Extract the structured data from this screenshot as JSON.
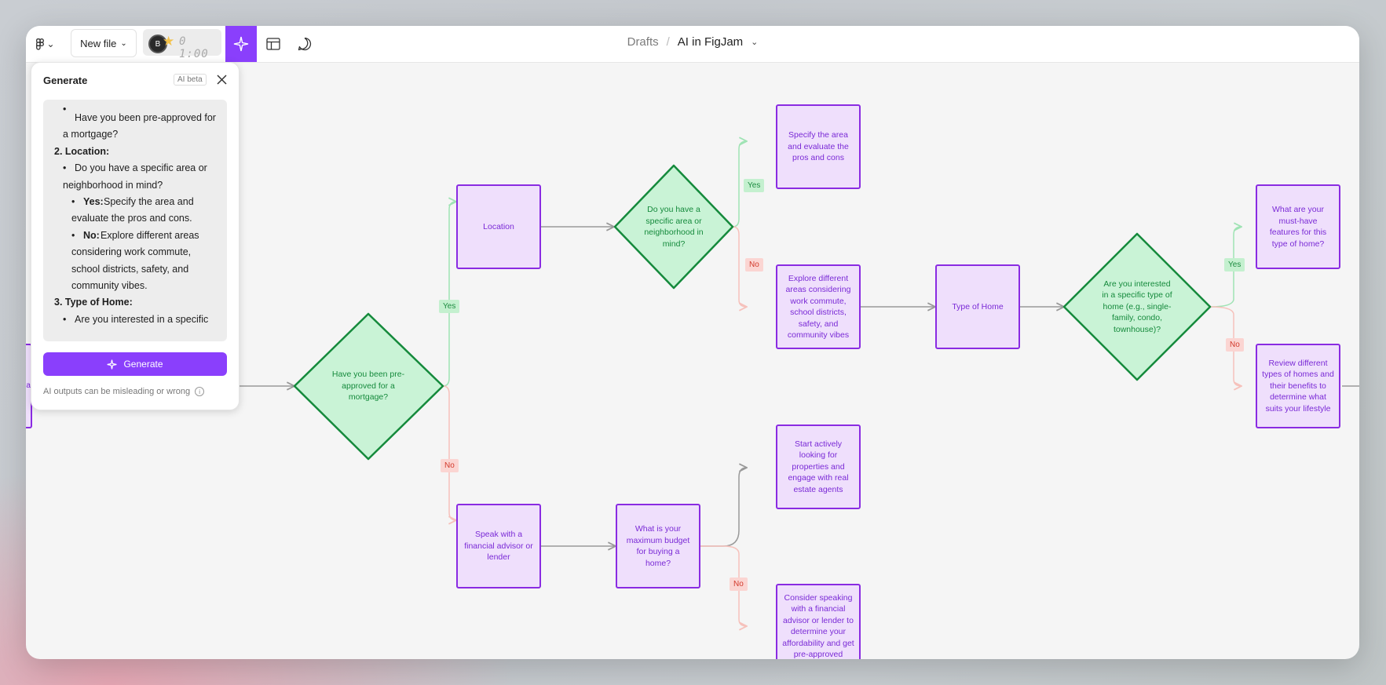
{
  "toolbar": {
    "new_file_label": "New file",
    "timer": "0 1:00",
    "avatar_letter": "B"
  },
  "breadcrumb": {
    "parent": "Drafts",
    "separator": "/",
    "file": "AI in FigJam"
  },
  "panel": {
    "title": "Generate",
    "beta_badge": "AI beta",
    "prompt_lines": [
      "Have you been pre-approved for",
      "a mortgage?",
      "2. Location:",
      "Do you have a specific area or",
      "neighborhood in mind?",
      "Specify the area and",
      "evaluate the pros and cons.",
      "Explore different areas",
      "considering work commute,",
      "school districts, safety, and",
      "community vibes.",
      "3. Type of Home:",
      "Are you interested in a specific"
    ],
    "yes_label": "Yes:",
    "no_label": "No:",
    "generate_button": "Generate",
    "disclaimer": "AI outputs can be misleading or wrong"
  },
  "flowchart": {
    "partial_node_text": "ha",
    "nodes": {
      "preapproved": "Have you been pre-approved for a mortgage?",
      "location": "Location",
      "speak_advisor": "Speak with a financial advisor or lender",
      "specific_area": "Do you have a specific area or neighborhood in mind?",
      "max_budget": "What is your maximum budget for buying a home?",
      "specify_area": "Specify the area and evaluate the pros and cons",
      "explore_areas": "Explore different areas considering work commute, school districts, safety, and community vibes",
      "start_looking": "Start actively looking for properties and engage with real estate agents",
      "consider_speaking": "Consider speaking with a financial advisor or lender to determine your affordability and get pre-approved",
      "type_of_home": "Type of Home",
      "specific_type": "Are you interested in a specific type of home (e.g., single-family, condo, townhouse)?",
      "must_have": "What are your must-have features for this type of home?",
      "review_types": "Review different types of homes and their benefits to determine what suits your lifestyle"
    },
    "edge_labels": {
      "yes": "Yes",
      "no": "No"
    },
    "colors": {
      "rect_fill": "#efdffc",
      "rect_border": "#8a2be2",
      "diamond_fill": "#c9f3d6",
      "diamond_border": "#158a3c",
      "accent": "#8a3ffc"
    }
  }
}
